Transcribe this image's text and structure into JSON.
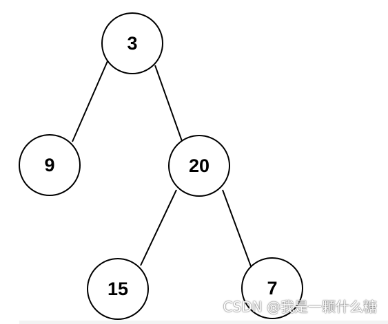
{
  "tree": {
    "nodes": [
      {
        "id": "n3",
        "label": "3"
      },
      {
        "id": "n9",
        "label": "9"
      },
      {
        "id": "n20",
        "label": "20"
      },
      {
        "id": "n15",
        "label": "15"
      },
      {
        "id": "n7",
        "label": "7"
      }
    ],
    "edges": [
      {
        "from": "n3",
        "to": "n9"
      },
      {
        "from": "n3",
        "to": "n20"
      },
      {
        "from": "n20",
        "to": "n15"
      },
      {
        "from": "n20",
        "to": "n7"
      }
    ]
  },
  "watermark": {
    "text": "CSDN @我是一颗什么糖"
  }
}
